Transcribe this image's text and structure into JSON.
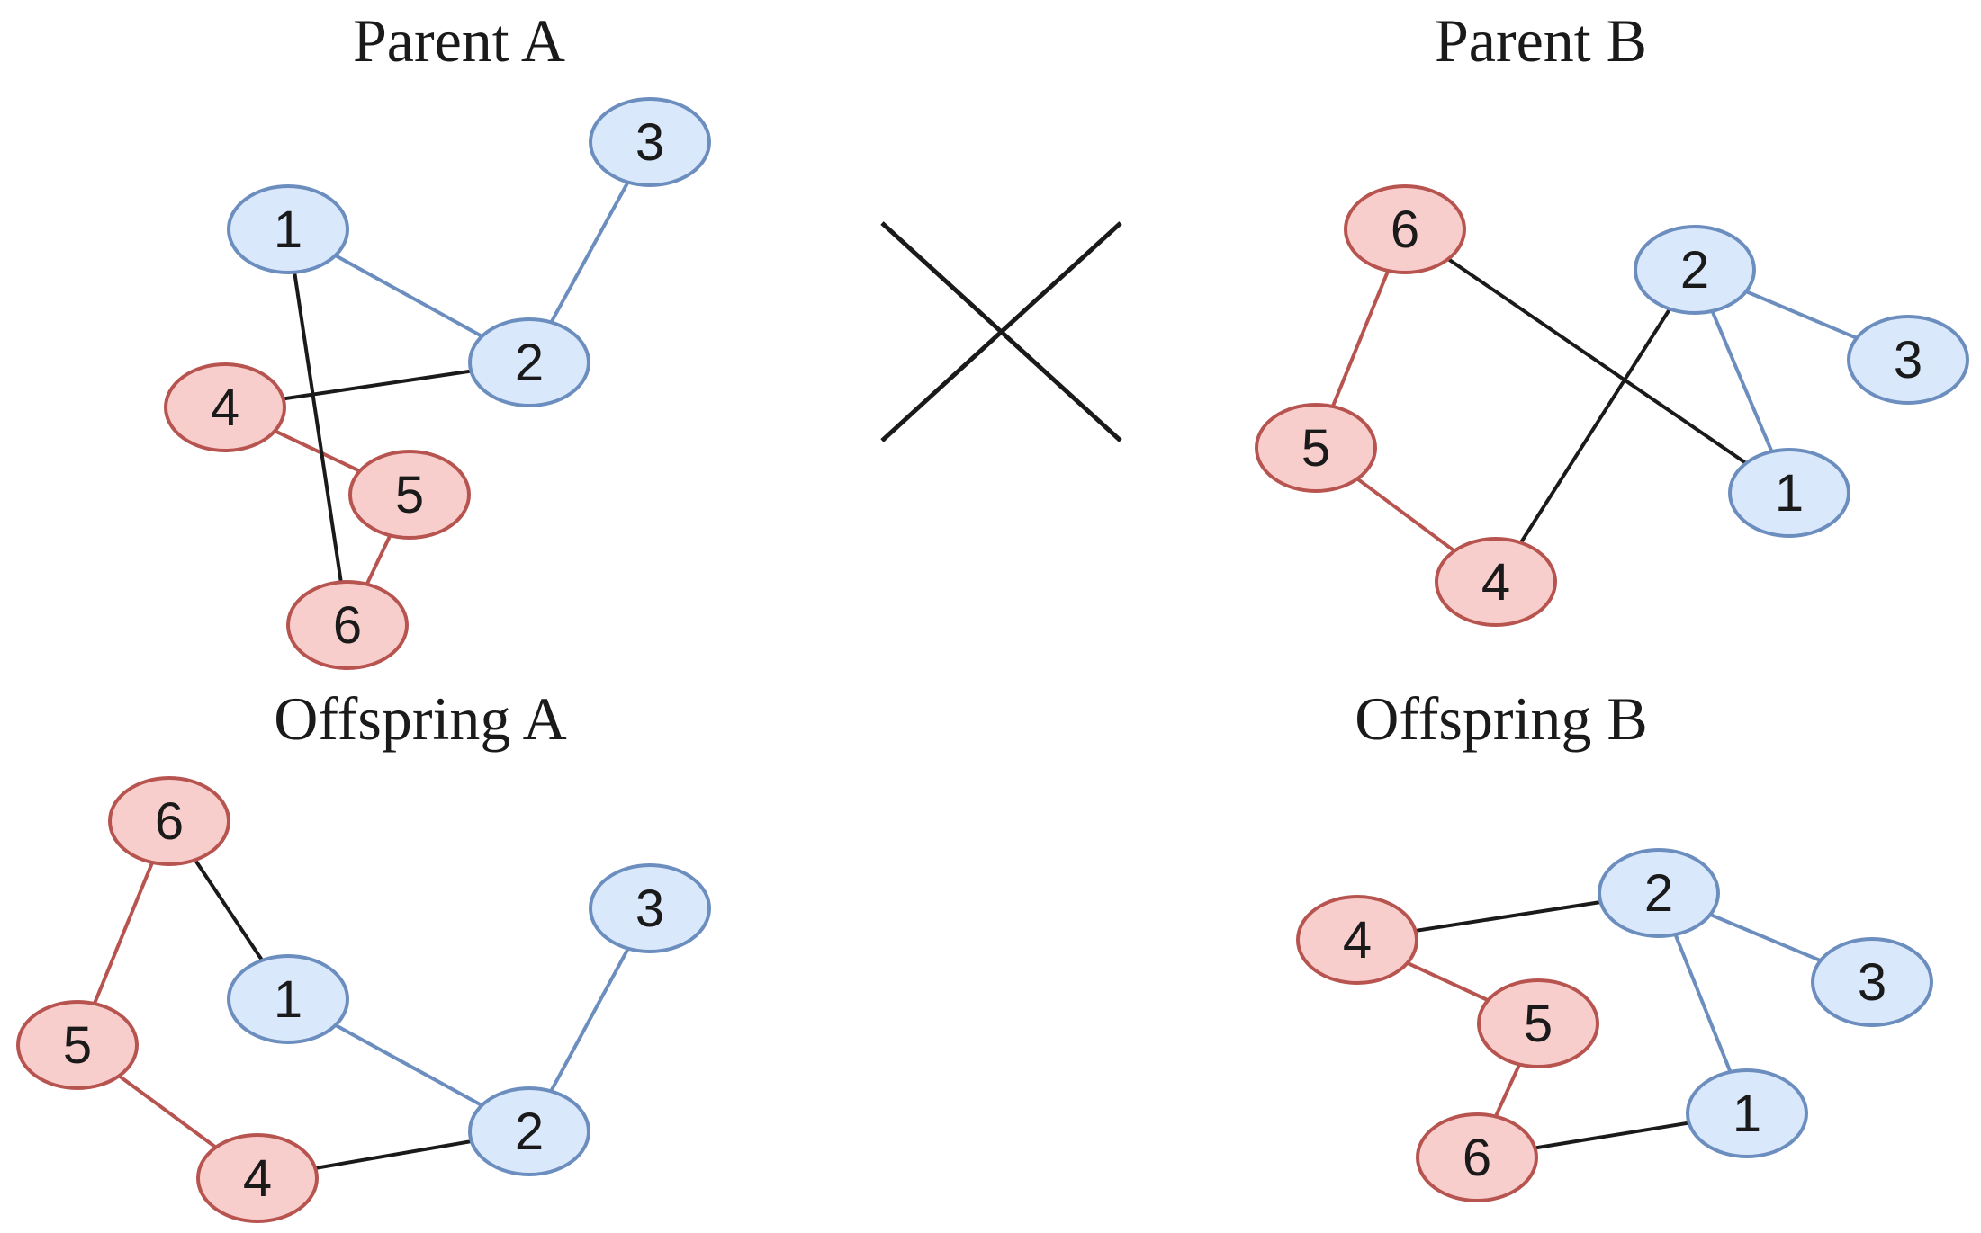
{
  "colors": {
    "blue_fill": "#dae8fc",
    "blue_stroke": "#6c8ebf",
    "red_fill": "#f8cecc",
    "red_stroke": "#b85450",
    "black": "#1a1a1a"
  },
  "graphs": [
    {
      "id": "parent-a",
      "title": "Parent A",
      "nodes": [
        {
          "id": "1",
          "label": "1",
          "group": "blue"
        },
        {
          "id": "2",
          "label": "2",
          "group": "blue"
        },
        {
          "id": "3",
          "label": "3",
          "group": "blue"
        },
        {
          "id": "4",
          "label": "4",
          "group": "red"
        },
        {
          "id": "5",
          "label": "5",
          "group": "red"
        },
        {
          "id": "6",
          "label": "6",
          "group": "red"
        }
      ],
      "edges": [
        {
          "from": "1",
          "to": "2",
          "color": "blue"
        },
        {
          "from": "2",
          "to": "3",
          "color": "blue"
        },
        {
          "from": "4",
          "to": "5",
          "color": "red"
        },
        {
          "from": "5",
          "to": "6",
          "color": "red"
        },
        {
          "from": "1",
          "to": "6",
          "color": "black"
        },
        {
          "from": "4",
          "to": "2",
          "color": "black"
        }
      ]
    },
    {
      "id": "parent-b",
      "title": "Parent B",
      "nodes": [
        {
          "id": "6",
          "label": "6",
          "group": "red"
        },
        {
          "id": "5",
          "label": "5",
          "group": "red"
        },
        {
          "id": "4",
          "label": "4",
          "group": "red"
        },
        {
          "id": "2",
          "label": "2",
          "group": "blue"
        },
        {
          "id": "3",
          "label": "3",
          "group": "blue"
        },
        {
          "id": "1",
          "label": "1",
          "group": "blue"
        }
      ],
      "edges": [
        {
          "from": "6",
          "to": "5",
          "color": "red"
        },
        {
          "from": "5",
          "to": "4",
          "color": "red"
        },
        {
          "from": "2",
          "to": "3",
          "color": "blue"
        },
        {
          "from": "2",
          "to": "1",
          "color": "blue"
        },
        {
          "from": "6",
          "to": "1",
          "color": "black"
        },
        {
          "from": "4",
          "to": "2",
          "color": "black"
        }
      ]
    },
    {
      "id": "offspring-a",
      "title": "Offspring A",
      "nodes": [
        {
          "id": "6",
          "label": "6",
          "group": "red"
        },
        {
          "id": "5",
          "label": "5",
          "group": "red"
        },
        {
          "id": "4",
          "label": "4",
          "group": "red"
        },
        {
          "id": "1",
          "label": "1",
          "group": "blue"
        },
        {
          "id": "2",
          "label": "2",
          "group": "blue"
        },
        {
          "id": "3",
          "label": "3",
          "group": "blue"
        }
      ],
      "edges": [
        {
          "from": "6",
          "to": "5",
          "color": "red"
        },
        {
          "from": "5",
          "to": "4",
          "color": "red"
        },
        {
          "from": "1",
          "to": "2",
          "color": "blue"
        },
        {
          "from": "2",
          "to": "3",
          "color": "blue"
        },
        {
          "from": "6",
          "to": "1",
          "color": "black"
        },
        {
          "from": "4",
          "to": "2",
          "color": "black"
        }
      ]
    },
    {
      "id": "offspring-b",
      "title": "Offspring B",
      "nodes": [
        {
          "id": "4",
          "label": "4",
          "group": "red"
        },
        {
          "id": "5",
          "label": "5",
          "group": "red"
        },
        {
          "id": "6",
          "label": "6",
          "group": "red"
        },
        {
          "id": "2",
          "label": "2",
          "group": "blue"
        },
        {
          "id": "3",
          "label": "3",
          "group": "blue"
        },
        {
          "id": "1",
          "label": "1",
          "group": "blue"
        }
      ],
      "edges": [
        {
          "from": "4",
          "to": "5",
          "color": "red"
        },
        {
          "from": "5",
          "to": "6",
          "color": "red"
        },
        {
          "from": "2",
          "to": "3",
          "color": "blue"
        },
        {
          "from": "2",
          "to": "1",
          "color": "blue"
        },
        {
          "from": "4",
          "to": "2",
          "color": "black"
        },
        {
          "from": "6",
          "to": "1",
          "color": "black"
        }
      ]
    }
  ],
  "crossover_symbol": "cross"
}
